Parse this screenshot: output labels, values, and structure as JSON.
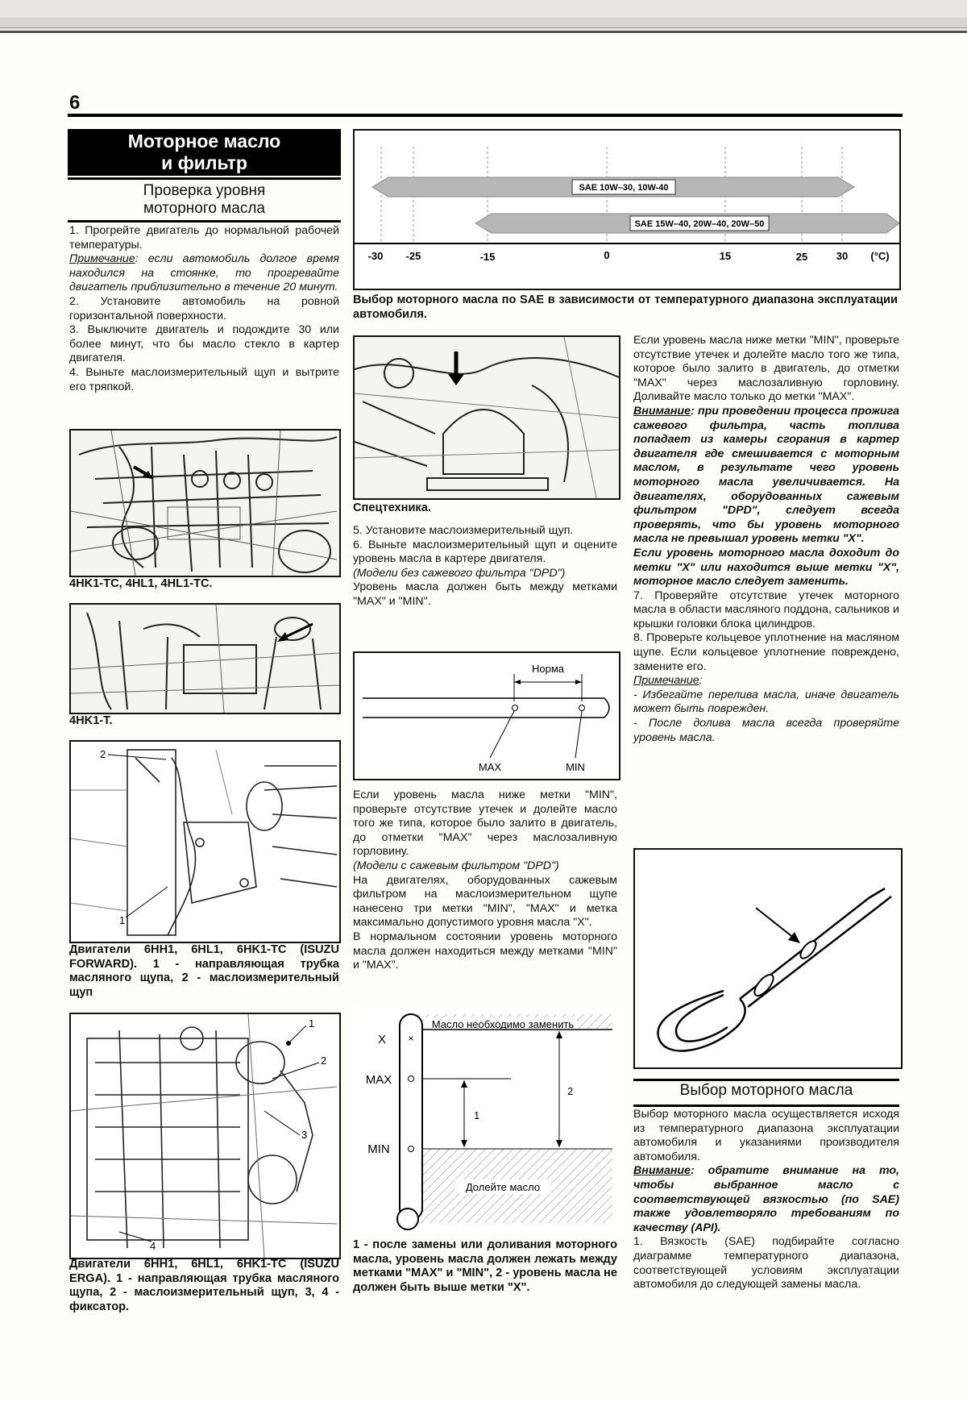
{
  "page_number": "6",
  "section_title": [
    "Моторное масло",
    "и фильтр"
  ],
  "subsection_title": [
    "Проверка уровня",
    "моторного масла"
  ],
  "left_text": [
    "1. Прогрейте двигатель до нормальной рабочей температуры.",
    "Примечание",
    ": если автомобиль долгое время находился на стоянке, то прогревайте двигатель приблизительно в течение 20 минут.",
    "2. Установите автомобиль на ровной горизонтальной поверхности.",
    "3. Выключите двигатель и подождите 30 или более минут, что бы масло стекло в картер двигателя.",
    "4. Выньте маслоизмерительный щуп и вытрите его тряпкой."
  ],
  "captions": {
    "fig1": "4HK1-TC, 4HL1, 4HL1-TC.",
    "fig2": "4HK1-T.",
    "fig3": "Двигатели 6HH1, 6HL1, 6HK1-TC (ISUZU FORWARD). 1 - направляющая трубка масляного щупа, 2 - маслоизмерительный щуп",
    "fig4": "Двигатели 6HH1, 6HL1, 6HK1-TC (ISUZU ERGA). 1 - направляющая трубка масляного щупа, 2 - маслоизмерительный щуп, 3, 4 - фиксатор.",
    "sae": "Выбор моторного масла по SAE в зависимости от температурного диапазона эксплуатации автомобиля.",
    "special": "Спецтехника.",
    "level": "1 - после замены или доливания моторного масла, уровень масла должен лежать между метками \"MAX\" и \"MIN\", 2 - уровень масла не должен быть выше метки \"X\"."
  },
  "fig3_labels": [
    "2",
    "1"
  ],
  "fig4_labels": [
    "1",
    "2",
    "3",
    "4"
  ],
  "sae_chart": {
    "bands": [
      "SAE 10W–30, 10W-40",
      "SAE 15W–40, 20W–40, 20W–50"
    ],
    "ticks": [
      "-30",
      "-25",
      "-15",
      "0",
      "15",
      "25",
      "30",
      "(°C)"
    ]
  },
  "mid_text_a": [
    "5. Установите маслоизмерительный щуп.",
    "6. Выньте маслоизмерительный щуп и оцените уровень масла в картере двигателя.",
    "(Модели без сажевого фильтра \"DPD\")",
    "Уровень масла должен быть между метками \"MAX\" и \"MIN\"."
  ],
  "dipstick_labels": {
    "norm": "Норма",
    "max": "MAX",
    "min": "MIN"
  },
  "mid_text_b": [
    "Если уровень масла ниже метки \"MIN\", проверьте отсутствие утечек и долейте масло того же типа, которое было залито в двигатель, до отметки \"MAX\" через маслозаливную горловину.",
    "(Модели с сажевым фильтром \"DPD\")",
    "На двигателях, оборудованных сажевым фильтром на маслоизмерительном щупе нанесено три метки \"MIN\", \"MAX\" и метка максимально допустимого уровня масла \"X\".",
    "В нормальном состоянии уровень моторного масла должен находиться между метками \"MIN\" и \"MAX\"."
  ],
  "level_diagram": {
    "x": "X",
    "max": "MAX",
    "min": "MIN",
    "replace": "Масло необходимо заменить",
    "topup": "Долейте масло",
    "n1": "1",
    "n2": "2"
  },
  "right_text": [
    "Если уровень масла ниже метки \"MIN\", проверьте отсутствие утечек и долейте масло того же типа, которое было залито в двигатель, до отметки \"MAX\" через маслозаливную горловину. Доливайте масло только до метки \"MAX\".",
    "Внимание",
    ": при проведении процесса прожига сажевого фильтра, часть топлива попадает из камеры сгорания в картер двигателя где смешивается с моторным маслом, в результате чего уровень моторного масла увеличивается. На двигателях, оборудованных сажевым фильтром \"DPD\", следует всегда проверять, что бы уровень моторного масла не превышал уровень метки \"X\".",
    "Если уровень моторного масла доходит до метки \"X\" или находится выше метки \"X\", моторное масло следует заменить.",
    "7. Проверяйте отсутствие утечек моторного масла в области масляного поддона, сальников и крышки головки блока цилиндров.",
    "8. Проверьте кольцевое уплотнение на масляном щупе. Если кольцевое уплотнение повреждено, замените его.",
    "Примечание",
    ":",
    "- Избегайте перелива масла, иначе двигатель может быть поврежден.",
    "- После долива масла всегда проверяйте уровень масла."
  ],
  "right_heading": "Выбор моторного масла",
  "right_text_b": [
    "Выбор моторного масла осуществляется исходя из температурного диапазона эксплуатации автомобиля и указаниями производителя автомобиля.",
    "Внимание",
    ": обратите внимание на то, чтобы выбранное масло с соответствующей вязкостью (по SAE) также удовлетворяло требованиям по качеству (API).",
    "1. Вязкость (SAE) подбирайте согласно диаграмме температурного диапазона, соответствующей условиям эксплуатации автомобиля до следующей замены масла."
  ]
}
